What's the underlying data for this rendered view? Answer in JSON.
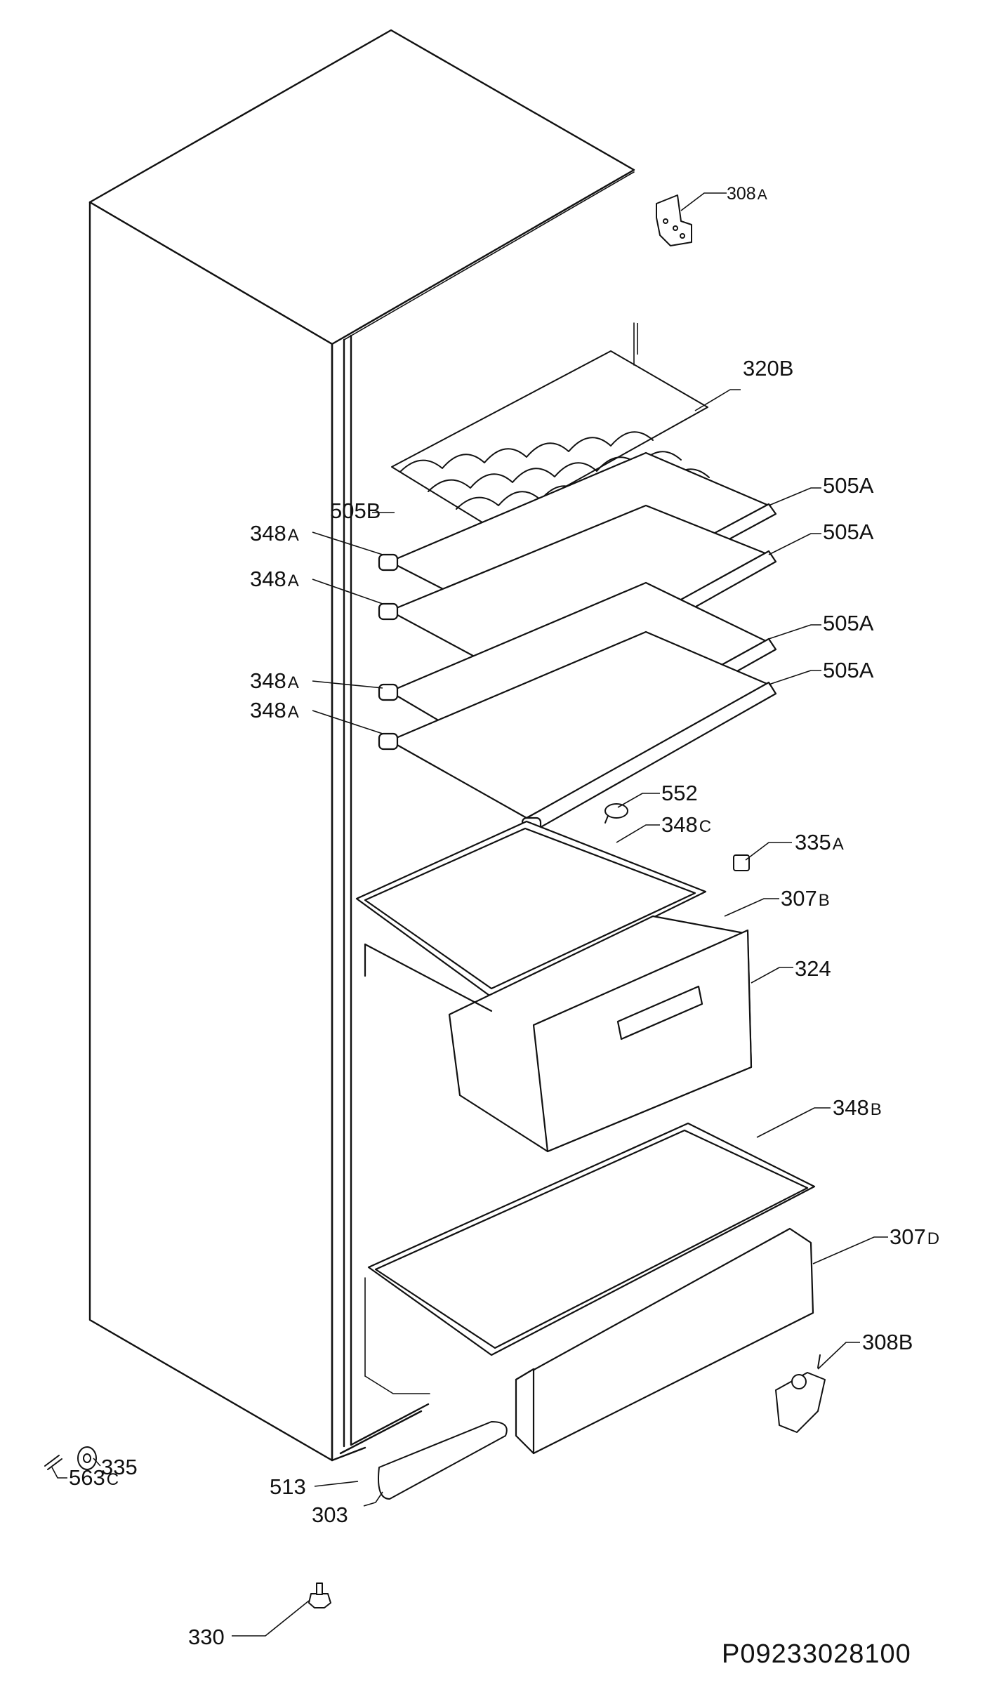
{
  "diagram": {
    "document_number": "P09233028100",
    "labels": [
      {
        "id": "l308a",
        "num": "308",
        "suffix": "A"
      },
      {
        "id": "l320b",
        "num": "320B",
        "suffix": ""
      },
      {
        "id": "l505b",
        "num": "505B",
        "suffix": ""
      },
      {
        "id": "l505a1",
        "num": "505A",
        "suffix": ""
      },
      {
        "id": "l505a2",
        "num": "505A",
        "suffix": ""
      },
      {
        "id": "l505a3",
        "num": "505A",
        "suffix": ""
      },
      {
        "id": "l505a4",
        "num": "505A",
        "suffix": ""
      },
      {
        "id": "l348a1",
        "num": "348",
        "suffix": "A"
      },
      {
        "id": "l348a2",
        "num": "348",
        "suffix": "A"
      },
      {
        "id": "l348a3",
        "num": "348",
        "suffix": "A"
      },
      {
        "id": "l348a4",
        "num": "348",
        "suffix": "A"
      },
      {
        "id": "l552",
        "num": "552",
        "suffix": ""
      },
      {
        "id": "l348c",
        "num": "348",
        "suffix": "C"
      },
      {
        "id": "l335a",
        "num": "335",
        "suffix": "A"
      },
      {
        "id": "l307b",
        "num": "307",
        "suffix": "B"
      },
      {
        "id": "l324",
        "num": "324",
        "suffix": ""
      },
      {
        "id": "l348b",
        "num": "348",
        "suffix": "B"
      },
      {
        "id": "l307d",
        "num": "307",
        "suffix": "D"
      },
      {
        "id": "l308b",
        "num": "308B",
        "suffix": ""
      },
      {
        "id": "l335",
        "num": "335",
        "suffix": ""
      },
      {
        "id": "l563c",
        "num": "563",
        "suffix": "C"
      },
      {
        "id": "l513",
        "num": "513",
        "suffix": ""
      },
      {
        "id": "l303",
        "num": "303",
        "suffix": ""
      },
      {
        "id": "l330",
        "num": "330",
        "suffix": ""
      }
    ]
  }
}
